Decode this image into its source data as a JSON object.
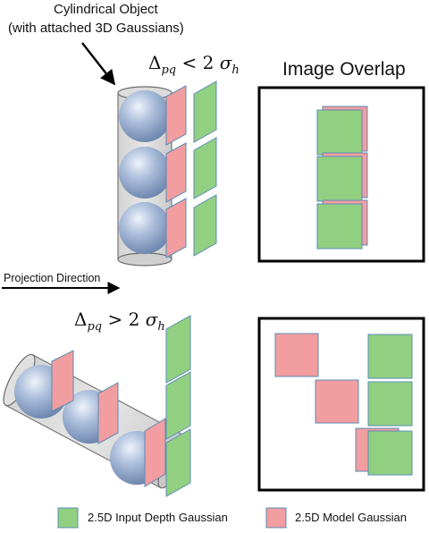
{
  "top_caption": {
    "line1": "Cylindrical Object",
    "line2": "(with attached 3D Gaussians)"
  },
  "image_overlap_title": "Image Overlap",
  "projection_label": "Projection Direction",
  "condition_top": {
    "delta": "Δ",
    "sub": "pq",
    "op": "<",
    "factor": "2",
    "sigma": "σ",
    "sigma_sub": "h"
  },
  "condition_bottom": {
    "delta": "Δ",
    "sub": "pq",
    "op": ">",
    "factor": "2",
    "sigma": "σ",
    "sigma_sub": "h"
  },
  "legend": {
    "input_label": "2.5D Input Depth Gaussian",
    "model_label": "2.5D Model Gaussian"
  },
  "colors": {
    "green_fill": "#92d081",
    "green_stroke": "#5b8cb8",
    "pink_fill": "#f29d9f",
    "pink_stroke": "#5b8cb8",
    "sphere_light": "#e6eefa",
    "sphere_dark": "#6d86ae",
    "cylinder_fill": "#d6d6d6",
    "cylinder_stroke": "#6b6b6b"
  }
}
